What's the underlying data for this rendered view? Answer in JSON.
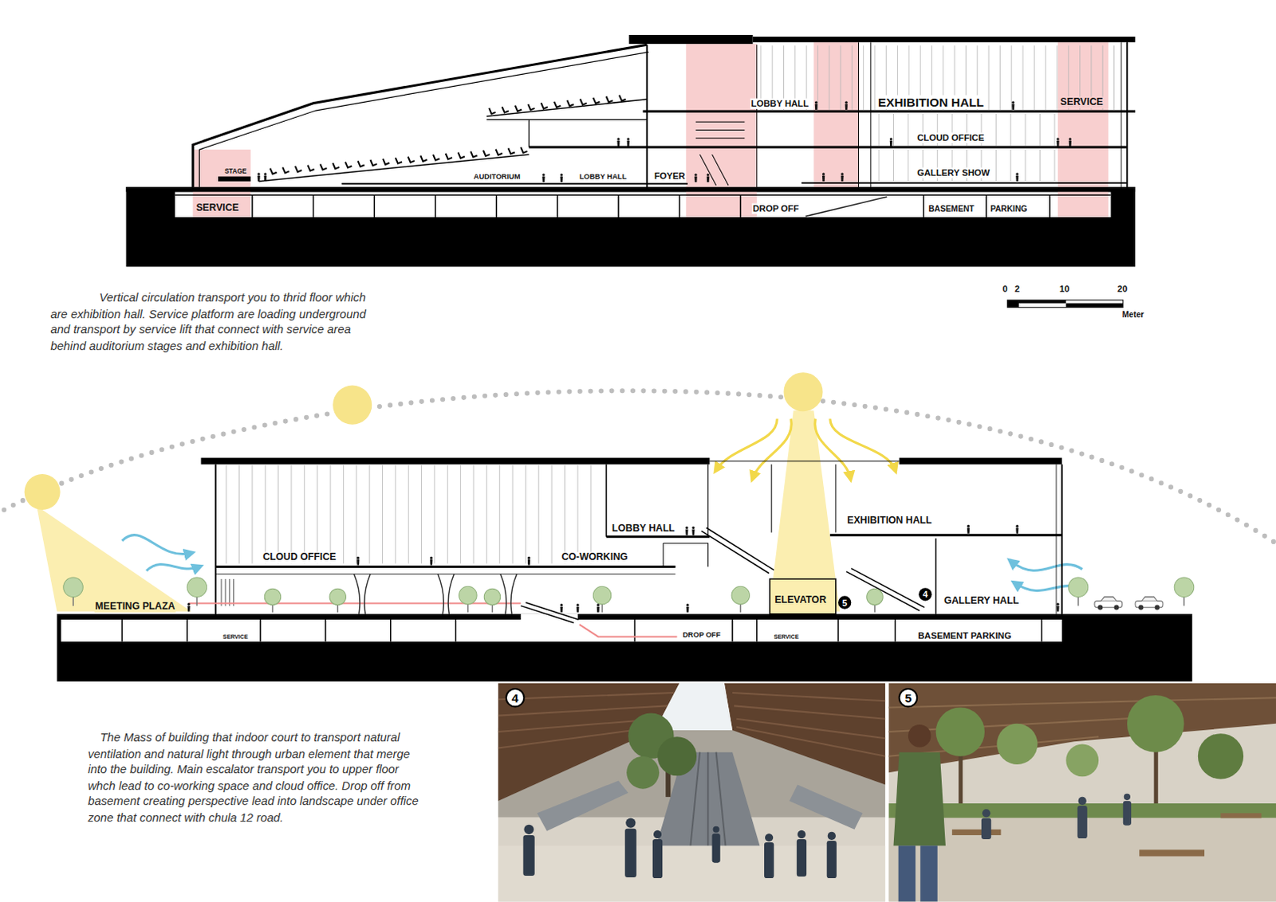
{
  "diagram": {
    "nodes": [
      {
        "text": [
          "4"
        ]
      },
      {
        "text": [
          "5"
        ]
      },
      {
        "text": [
          "4"
        ]
      },
      {
        "text": [
          "5"
        ]
      }
    ],
    "labels": [
      "LOBBY HALL",
      "EXHIBITION HALL",
      "SERVICE",
      "CLOUD OFFICE",
      "STAGE",
      "AUDITORIUM",
      "LOBBY HALL",
      "FOYER",
      "GALLERY SHOW",
      "SERVICE",
      "DROP OFF",
      "BASEMENT",
      "PARKING",
      "0",
      "2",
      "10",
      "20",
      "Meter",
      "Vertical circulation transport you to thrid floor which are exhibition hall. Service platform are loading underground and transport by service lift that connect with service area behind auditorium stages and exhibition hall.",
      "EXHIBITION HALL",
      "LOBBY HALL",
      "CLOUD OFFICE",
      "CO-WORKING",
      "ELEVATOR",
      "GALLERY HALL",
      "MEETING PLAZA",
      "SERVICE",
      "DROP OFF",
      "SERVICE",
      "BASEMENT PARKING",
      "The Mass of building that indoor court to transport natural ventilation and natural light through urban element that merge into the building. Main escalator transport you to upper floor whch lead to co-working space and cloud office. Drop off from basement creating perspective lead into landscape under office zone that connect with chula 12 road."
    ]
  }
}
